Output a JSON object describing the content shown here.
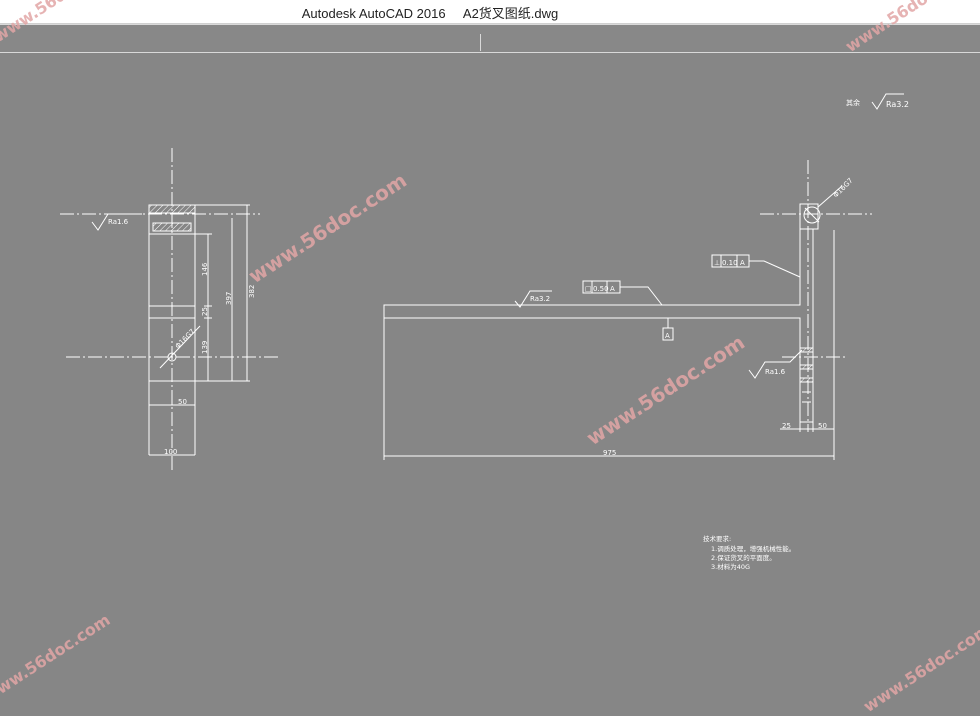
{
  "window": {
    "title": "Autodesk AutoCAD 2016     A2货叉图纸.dwg"
  },
  "watermark": {
    "text": "www.56doc.com"
  },
  "drawing": {
    "roughness_note": {
      "prefix": "其余",
      "value": "Ra3.2"
    },
    "left_view": {
      "roughness": "Ra1.6",
      "dims": {
        "h146": "146",
        "h25": "25",
        "h139": "139",
        "h397": "397",
        "h382": "382",
        "w50": "50",
        "w100": "100",
        "hole": "Φ16G7"
      }
    },
    "right_view": {
      "roughness_top": "Ra3.2",
      "roughness_side": "Ra1.6",
      "flatness_symbol": "□",
      "flatness_value": "0.50",
      "flatness_datum": "A",
      "perp_symbol": "⊥",
      "perp_value": "0.10",
      "perp_datum": "A",
      "datum_label": "A",
      "dims": {
        "w975": "975",
        "w25": "25",
        "w50": "50",
        "hole": "Φ16G7"
      }
    },
    "tech_notes": {
      "title": "技术要求:",
      "lines": [
        "1.调质处理，增强机械性能。",
        "2.保证货叉的平面度。",
        "3.材料为40G"
      ]
    }
  },
  "colors": {
    "background": "#868686",
    "line": "#ffffff",
    "watermark": "#e2a6a6"
  }
}
